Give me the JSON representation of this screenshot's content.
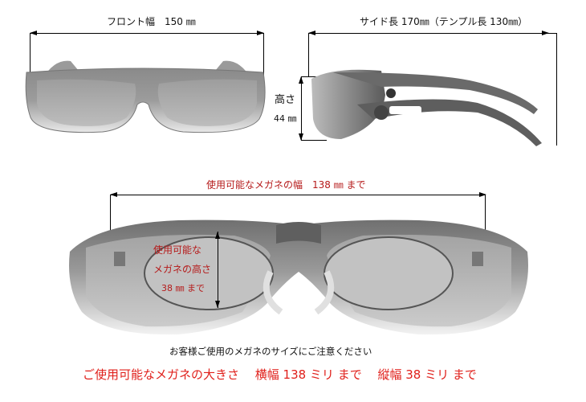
{
  "front_view": {
    "dimension_label": "フロント幅　150 ㎜",
    "name": "front width",
    "value_mm": 150
  },
  "side_view": {
    "dimension_label": "サイド長 170㎜（テンプル長 130㎜）",
    "side_length_mm": 170,
    "temple_length_mm": 130,
    "height_label": "高さ",
    "height_value": "44 ㎜",
    "height_mm": 44
  },
  "inner_view": {
    "width_label": "使用可能なメガネの幅　138 ㎜ まで",
    "width_mm": 138,
    "height_label_lines": [
      "使用可能な",
      "メガネの高さ",
      "38 ㎜ まで"
    ],
    "height_mm": 38
  },
  "notice": {
    "caution": "お客様ご使用のメガネのサイズにご注意ください",
    "summary": "ご使用可能なメガネの大きさ　 横幅 138 ミリ まで　 縦幅 38 ミリ まで"
  },
  "colors": {
    "dimension_text": "#111111",
    "inner_label_red": "#b51a1a",
    "summary_red": "#e0201b",
    "lens_grey": "#a9a9a9",
    "frame_grey": "#6e6e6e"
  }
}
